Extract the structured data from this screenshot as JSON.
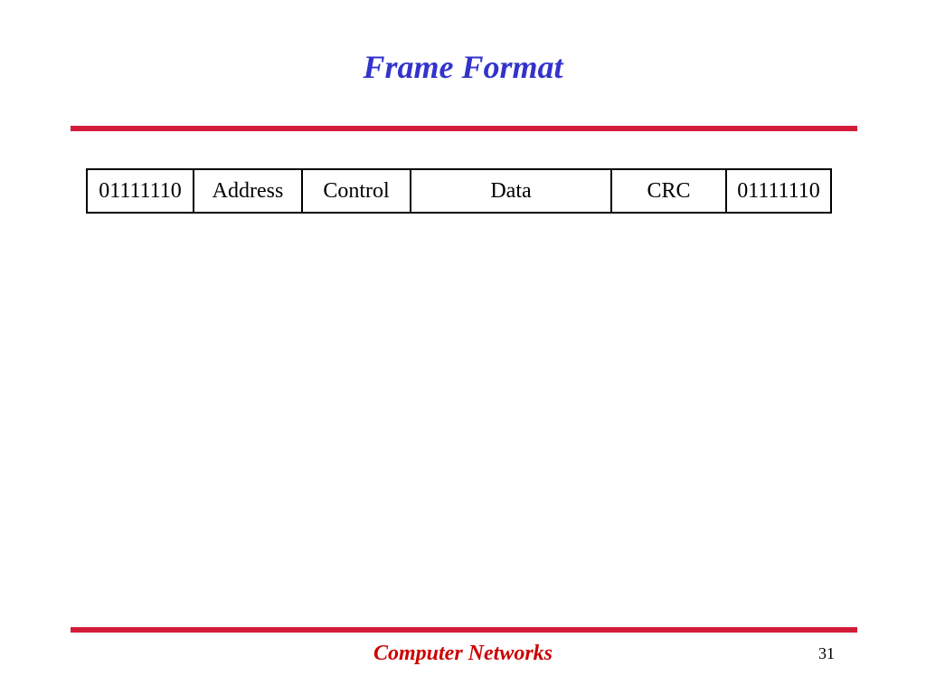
{
  "slide": {
    "title": "Frame Format",
    "footer": "Computer Networks",
    "page_number": "31"
  },
  "frame": {
    "fields": [
      {
        "label": "01111110"
      },
      {
        "label": "Address"
      },
      {
        "label": "Control"
      },
      {
        "label": "Data"
      },
      {
        "label": "CRC"
      },
      {
        "label": "01111110"
      }
    ]
  },
  "colors": {
    "title": "#3333cc",
    "rule": "#d41c3a",
    "footer": "#cc0000"
  }
}
